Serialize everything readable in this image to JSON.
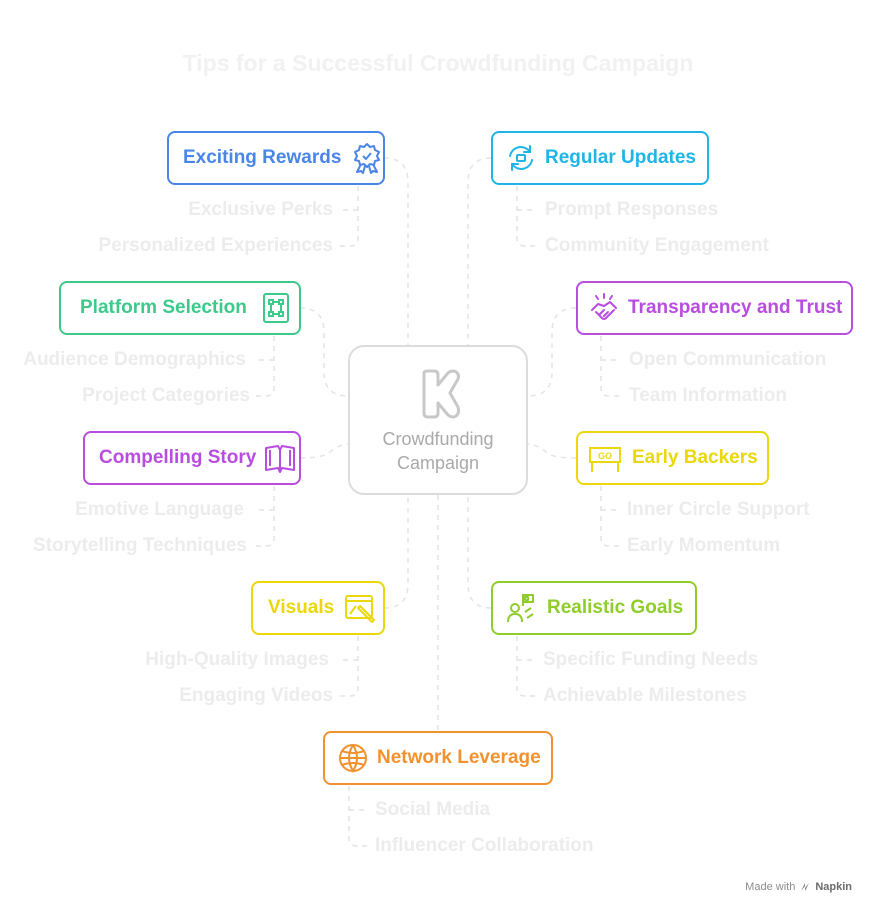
{
  "title": "Tips for a Successful Crowdfunding Campaign",
  "center": {
    "label_line1": "Crowdfunding",
    "label_line2": "Campaign"
  },
  "nodes": [
    {
      "label": "Exciting Rewards",
      "color": "#4a86e8",
      "icon": "award-ribbon-icon",
      "subs": [
        "Exclusive Perks",
        "Personalized Experiences"
      ]
    },
    {
      "label": "Regular Updates",
      "color": "#1fb5e6",
      "icon": "refresh-cycle-icon",
      "subs": [
        "Prompt Responses",
        "Community Engagement"
      ]
    },
    {
      "label": "Platform Selection",
      "color": "#3cc98a",
      "icon": "platform-select-icon",
      "subs": [
        "Audience Demographics",
        "Project Categories"
      ]
    },
    {
      "label": "Transparency and Trust",
      "color": "#b84de0",
      "icon": "handshake-icon",
      "subs": [
        "Open Communication",
        "Team Information"
      ]
    },
    {
      "label": "Compelling Story",
      "color": "#b84de0",
      "icon": "open-book-icon",
      "subs": [
        "Emotive Language",
        "Storytelling Techniques"
      ]
    },
    {
      "label": "Early Backers",
      "color": "#ead80c",
      "icon": "go-sign-icon",
      "subs": [
        "Inner Circle Support",
        "Early Momentum"
      ]
    },
    {
      "label": "Visuals",
      "color": "#ead80c",
      "icon": "image-edit-icon",
      "subs": [
        "High-Quality Images",
        "Engaging Videos"
      ]
    },
    {
      "label": "Realistic Goals",
      "color": "#8fcd2c",
      "icon": "goal-flag-icon",
      "subs": [
        "Specific Funding Needs",
        "Achievable Milestones"
      ]
    },
    {
      "label": "Network Leverage",
      "color": "#f2922f",
      "icon": "globe-network-icon",
      "subs": [
        "Social Media",
        "Influencer Collaboration"
      ]
    }
  ],
  "footer": {
    "made_with": "Made with",
    "brand": "Napkin"
  }
}
